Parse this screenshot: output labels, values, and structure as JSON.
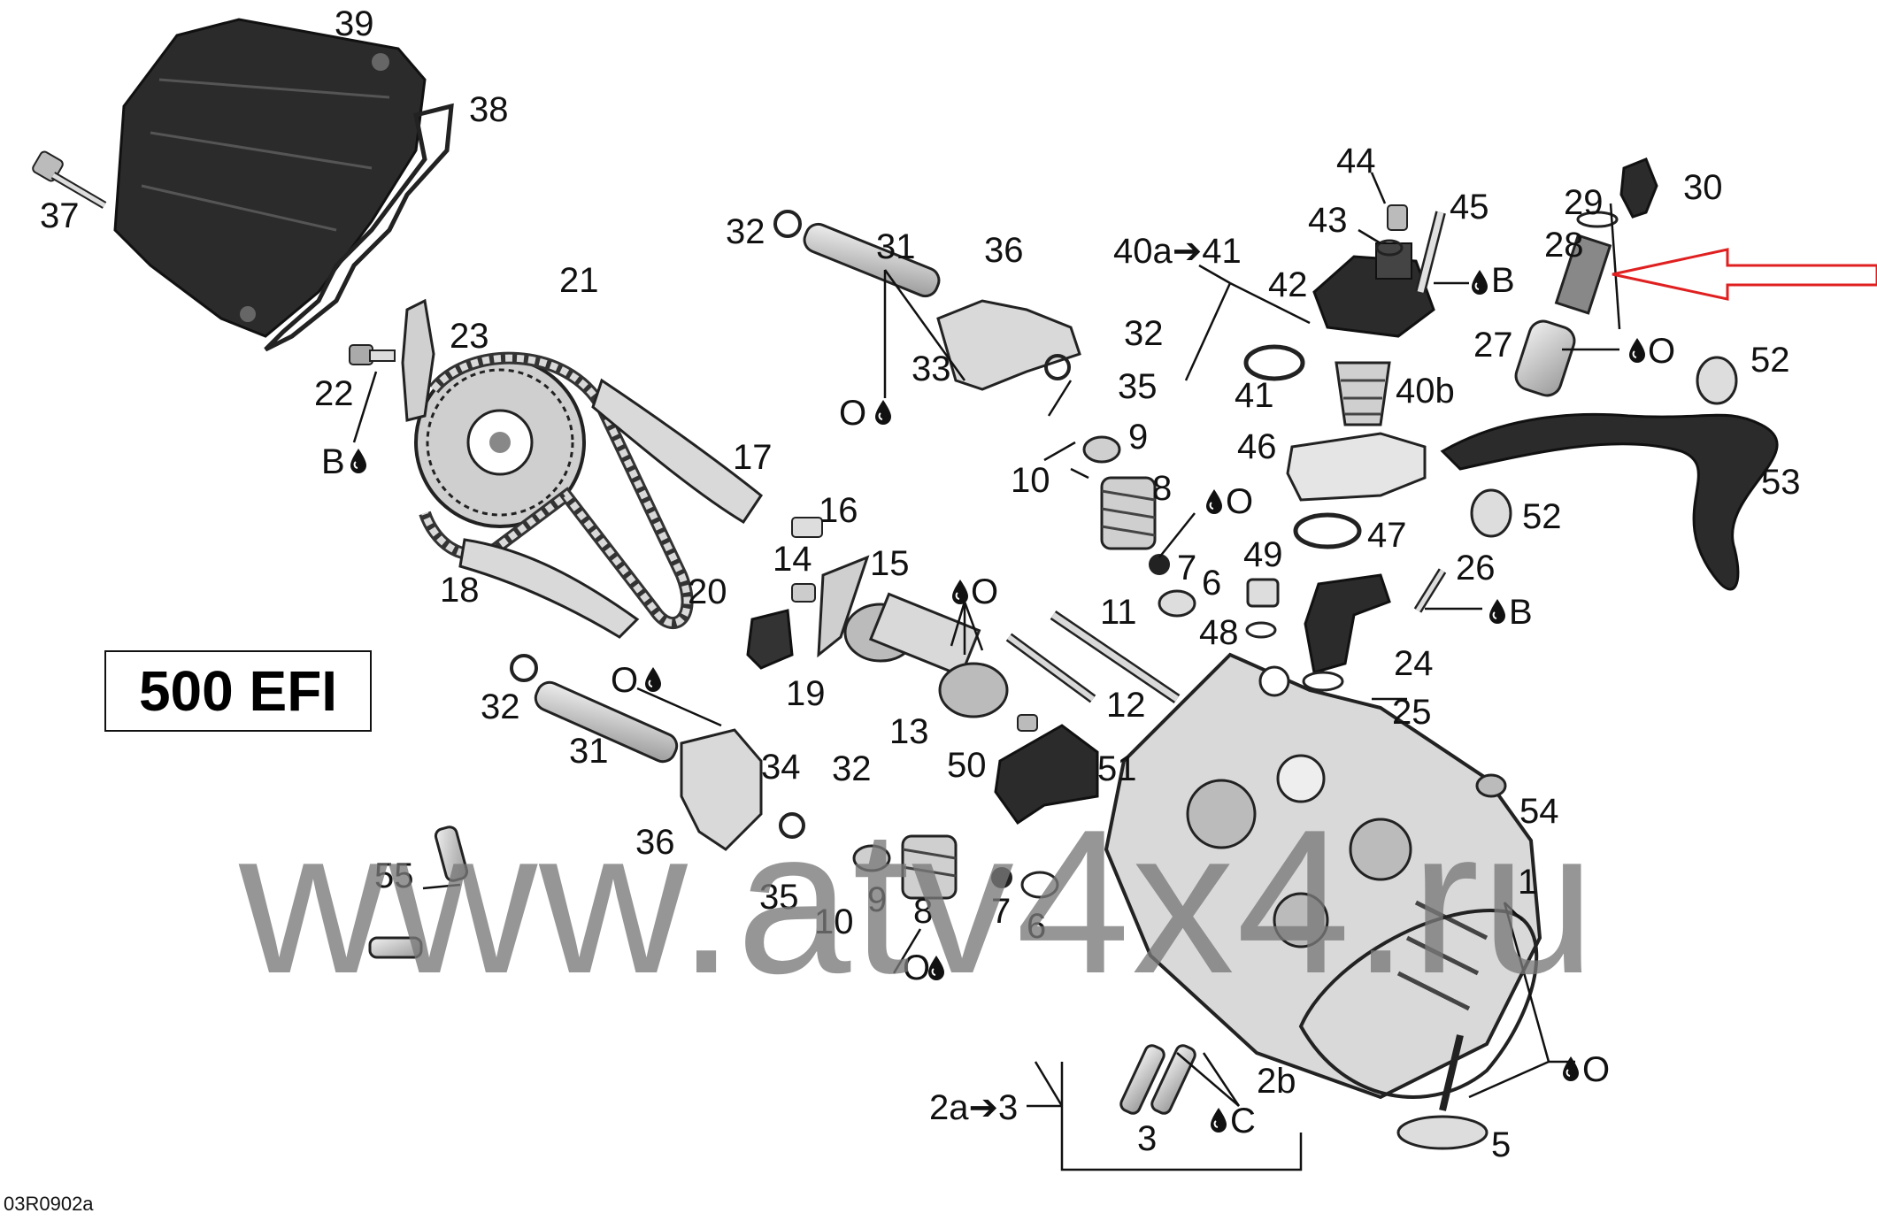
{
  "model_label": "500 EFI",
  "watermark": "www.atv4x4.ru",
  "figure_code": "03R0902a",
  "callouts": {
    "c39": "39",
    "c38": "38",
    "c37": "37",
    "c32a": "32",
    "c31a": "31",
    "c36a": "36",
    "c44": "44",
    "c43": "43",
    "c45": "45",
    "c29": "29",
    "c30": "30",
    "c28": "28",
    "c40a41": "40a➔41",
    "c42": "42",
    "c6B_a": "B",
    "c21": "21",
    "c23": "23",
    "c32b": "32",
    "c33": "33",
    "c35a": "35",
    "c41": "41",
    "c40b": "40b",
    "c27": "27",
    "c6O_a": "O",
    "c52a": "52",
    "c22": "22",
    "c6B_b": "B",
    "cO6_a": "O",
    "c9a": "9",
    "c46": "46",
    "c53": "53",
    "c17": "17",
    "c10a": "10",
    "c8a": "8",
    "c6O_b": "O",
    "c16": "16",
    "c47": "47",
    "c52b": "52",
    "c14": "14",
    "c15": "15",
    "c7a": "7",
    "c49": "49",
    "c26": "26",
    "c18": "18",
    "c20": "20",
    "c6O_c": "O",
    "c6a": "6",
    "c6B_c": "B",
    "c11": "11",
    "c48": "48",
    "c24": "24",
    "c19": "19",
    "cO6_b": "O",
    "c32c": "32",
    "c12": "12",
    "c25": "25",
    "c31b": "31",
    "c13": "13",
    "c34": "34",
    "c50": "50",
    "c51": "51",
    "c32d": "32",
    "c54": "54",
    "c36b": "36",
    "c55": "55",
    "c35b": "35",
    "c9b": "9",
    "c1": "1",
    "c10b": "10",
    "c8b": "8",
    "c7b": "7",
    "c6b": "6",
    "c6O_d": "O",
    "c6O_e": "O",
    "c2b": "2b",
    "c2a3": "2a➔3",
    "c6C": "C",
    "c3": "3",
    "c5": "5"
  },
  "colors": {
    "dark_part": "#2b2b2b",
    "light_part": "#d9d9d9",
    "mid_part": "#a6a6a6",
    "arrow": "#e02020",
    "watermark": "#787878"
  },
  "icons": [
    "oil-drop-icon",
    "red-hollow-arrow-icon"
  ]
}
